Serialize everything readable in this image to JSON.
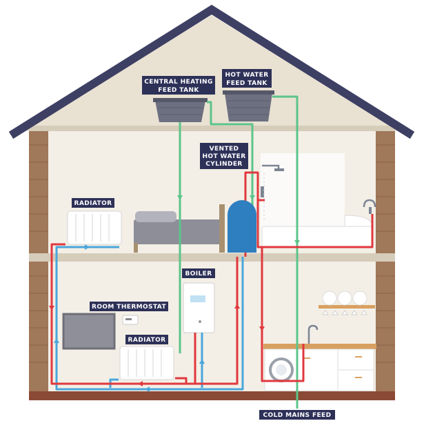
{
  "labels": {
    "central_heating_tank": [
      "CENTRAL HEATING",
      "FEED TANK"
    ],
    "hot_water_tank": [
      "HOT WATER",
      "FEED TANK"
    ],
    "vented_cylinder": [
      "VENTED",
      "HOT WATER",
      "CYLINDER"
    ],
    "radiator_upstairs": "RADIATOR",
    "boiler": "BOILER",
    "room_thermostat": "ROOM THERMOSTAT",
    "radiator_downstairs": "RADIATOR",
    "cold_mains_feed": "COLD MAINS FEED"
  },
  "colors": {
    "roof": "#3d3f63",
    "attic": "#e9e1d2",
    "wall_brick": "#a0785a",
    "floor": "#8b4a35",
    "room": "#f3efe6",
    "hot_pipe": "#e0383e",
    "return_pipe": "#4aa6dc",
    "cold_feed_pipe": "#5cc48a",
    "cylinder": "#2e7fc0",
    "label_bg": "#2d3158"
  }
}
